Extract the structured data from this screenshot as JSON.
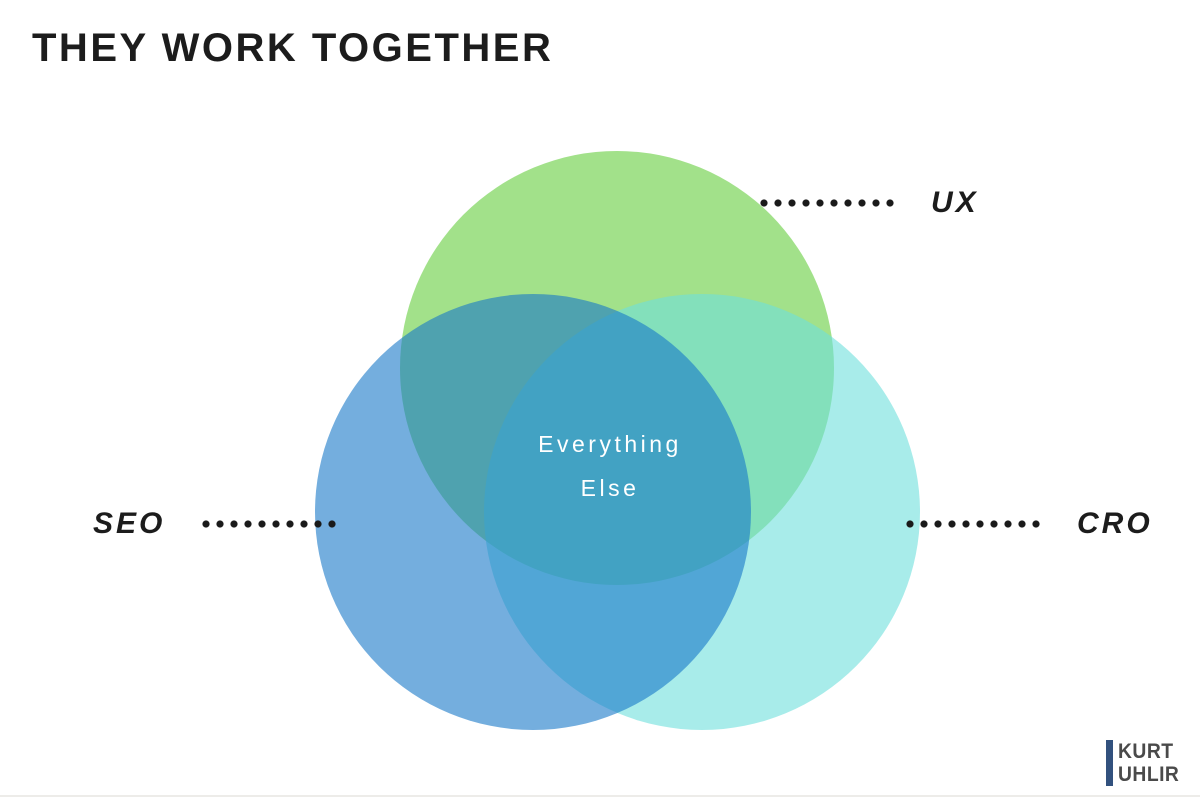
{
  "title": "THEY WORK TOGETHER",
  "diagram": {
    "type": "venn",
    "description": "Three overlapping circles: UX (top, green), SEO (bottom-left, blue), CRO (bottom-right, cyan); all-three intersection labeled Everything Else",
    "center_label": {
      "line1": "Everything",
      "line2": "Else"
    },
    "sets": [
      {
        "id": "ux",
        "label": "UX",
        "color": "#70d14b",
        "fill": "rgba(112,209,75,0.65)",
        "position": "top"
      },
      {
        "id": "seo",
        "label": "SEO",
        "color": "#1778c8",
        "fill": "rgba(23,120,200,0.60)",
        "position": "bottom-left"
      },
      {
        "id": "cro",
        "label": "CRO",
        "color": "#6edfdc",
        "fill": "rgba(110,223,220,0.60)",
        "position": "bottom-right"
      }
    ],
    "region_colors": {
      "ux_only": "#a2e18a",
      "seo_only": "#74aede",
      "cro_only": "#a8ecea",
      "ux_seo": "#4fa2af",
      "ux_cro": "#83e0bb",
      "seo_cro": "#51a6d6",
      "all_three_center": "#46a6c4"
    },
    "leader_style": "dotted"
  },
  "logo": {
    "line1": "KURT",
    "line2": "UHLIR"
  },
  "colors": {
    "ink": "#1c1c1c",
    "dot": "#1a1a1a",
    "center-text": "#ffffff",
    "logo-bar": "#32517e",
    "logo-text": "#4a4a4a",
    "edge-line": "#e9e7e4"
  }
}
